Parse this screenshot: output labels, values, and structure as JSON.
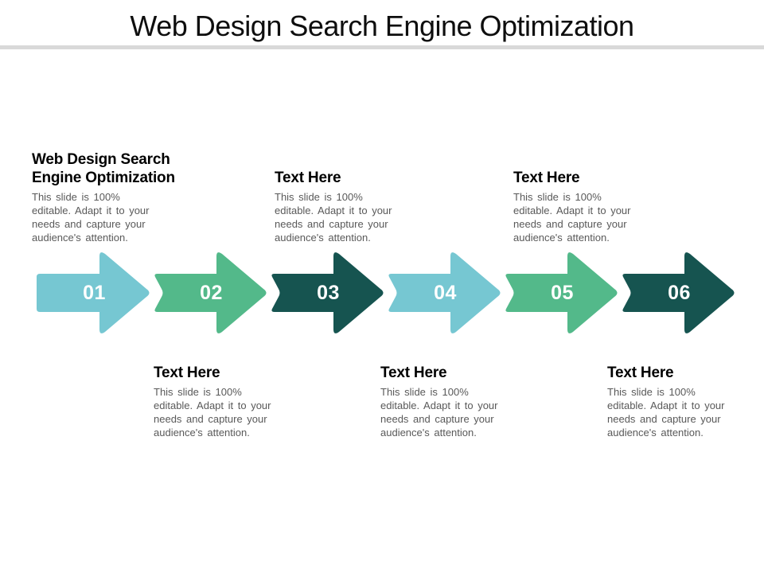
{
  "slide": {
    "title": "Web Design Search Engine Optimization"
  },
  "colors": {
    "arrow_blue": "#76c7d2",
    "arrow_green": "#53b98a",
    "arrow_dark_teal": "#165450",
    "divider_gray": "#d9d9d9",
    "heading_text": "#000000",
    "body_text": "#595959",
    "number_text": "#ffffff"
  },
  "blocks": {
    "top": [
      {
        "heading": "Web Design Search\nEngine Optimization",
        "body": "This slide is 100%\neditable. Adapt it to your\nneeds and capture your\naudience's attention."
      },
      {
        "heading": "Text Here",
        "body": "This slide is 100%\neditable. Adapt it to your\nneeds and capture your\naudience's attention."
      },
      {
        "heading": "Text Here",
        "body": "This slide is 100%\neditable. Adapt it to your\nneeds and capture your\naudience's attention."
      }
    ],
    "bottom": [
      {
        "heading": "Text Here",
        "body": "This slide is 100%\neditable. Adapt it to your\nneeds and capture your\naudience's attention."
      },
      {
        "heading": "Text Here",
        "body": "This slide is 100%\neditable. Adapt it to your\nneeds and capture your\naudience's attention."
      },
      {
        "heading": "Text Here",
        "body": "This slide is 100%\neditable. Adapt it to your\nneeds and capture your\naudience's attention."
      }
    ]
  },
  "arrows": [
    {
      "number": "01",
      "color": "#76c7d2"
    },
    {
      "number": "02",
      "color": "#53b98a"
    },
    {
      "number": "03",
      "color": "#165450"
    },
    {
      "number": "04",
      "color": "#76c7d2"
    },
    {
      "number": "05",
      "color": "#53b98a"
    },
    {
      "number": "06",
      "color": "#165450"
    }
  ]
}
